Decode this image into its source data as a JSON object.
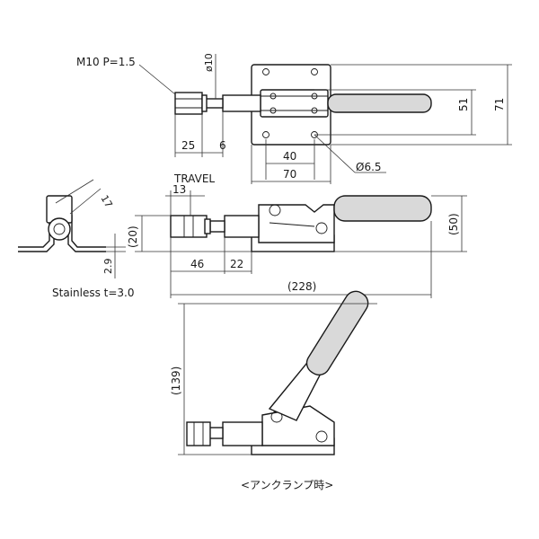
{
  "labels": {
    "thread": "M10 P=1.5",
    "dia10": "ø10",
    "d25": "25",
    "d6": "6",
    "d40": "40",
    "d70": "70",
    "d51": "51",
    "d71": "71",
    "hole": "Ø6.5",
    "travel": "TRAVEL",
    "d13": "13",
    "d17": "17",
    "d20": "(20)",
    "d50": "(50)",
    "d46": "46",
    "d22": "22",
    "d2_9": "2.9",
    "d228": "(228)",
    "d139": "(139)",
    "material": "Stainless t=3.0",
    "caption": "<アンクランプ時>"
  }
}
